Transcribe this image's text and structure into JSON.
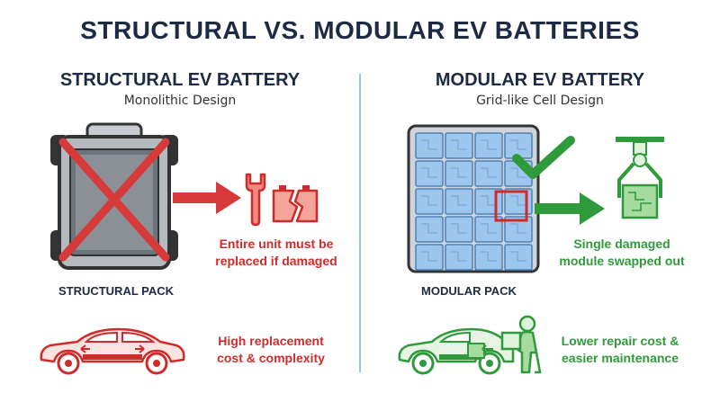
{
  "title": "STRUCTURAL VS. MODULAR EV BATTERIES",
  "left": {
    "heading": "STRUCTURAL EV BATTERY",
    "subheading": "Monolithic Design",
    "pack_label": "STRUCTURAL PACK",
    "replace_caption_1": "Entire unit must be",
    "replace_caption_2": "replaced if damaged",
    "cost_caption_1": "High replacement",
    "cost_caption_2": "cost & complexity",
    "accent": "#d02b2b"
  },
  "right": {
    "heading": "MODULAR EV BATTERY",
    "subheading": "Grid-like Cell Design",
    "pack_label": "MODULAR PACK",
    "swap_caption_1": "Single damaged",
    "swap_caption_2": "module swapped out",
    "cost_caption_1": "Lower repair cost &",
    "cost_caption_2": "easier maintenance",
    "accent": "#2f9a3c"
  }
}
